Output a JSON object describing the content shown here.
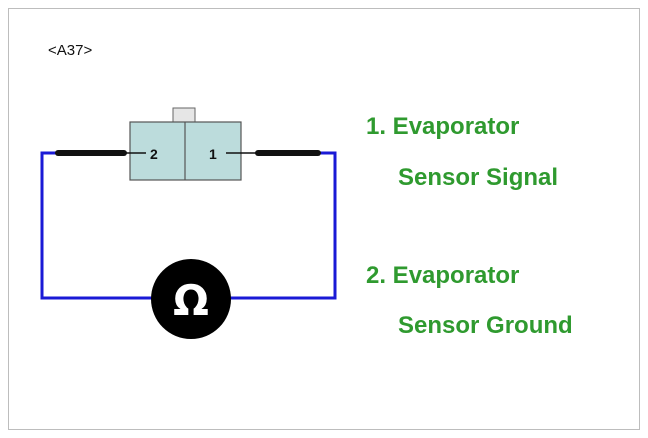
{
  "connector_id": "<A37>",
  "pins": {
    "pin_left": "2",
    "pin_right": "1"
  },
  "meter_symbol": "Ω",
  "legend": [
    {
      "line1": "1. Evaporator",
      "line2": "Sensor Signal"
    },
    {
      "line1": "2. Evaporator",
      "line2": "Sensor Ground"
    }
  ],
  "colors": {
    "wire": "#1a1ad6",
    "connector_fill": "#bcdcdc",
    "legend_text": "#2f9a2f",
    "meter_fill": "#000000"
  },
  "icons": [
    "ohmmeter-icon",
    "connector-icon"
  ]
}
